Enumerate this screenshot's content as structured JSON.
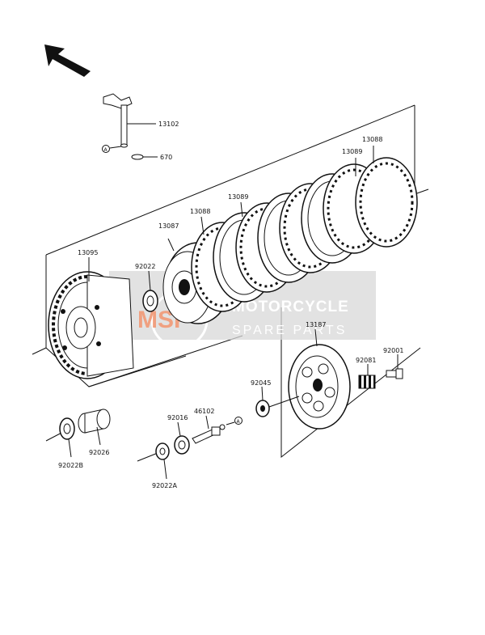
{
  "diagram": {
    "labels": {
      "p13102": "13102",
      "p670": "670",
      "p13088a": "13088",
      "p13089a": "13089",
      "p13089b": "13089",
      "p13088b": "13088",
      "p13087": "13087",
      "p13095": "13095",
      "p92022": "92022",
      "p13187": "13187",
      "p92081": "92081",
      "p92001": "92001",
      "p92045": "92045",
      "p46102": "46102",
      "p92016": "92016",
      "p92026": "92026",
      "p92022b": "92022B",
      "p92022a": "92022A",
      "refA": "A"
    }
  },
  "watermark": {
    "logo": "MSP",
    "line1": "MOTORCYCLE",
    "line2": "SPARE PARTS",
    "box_color": "#d8d8d8",
    "logo_color": "#f0a080"
  },
  "icons": {
    "direction": "front-direction-arrow-icon"
  }
}
